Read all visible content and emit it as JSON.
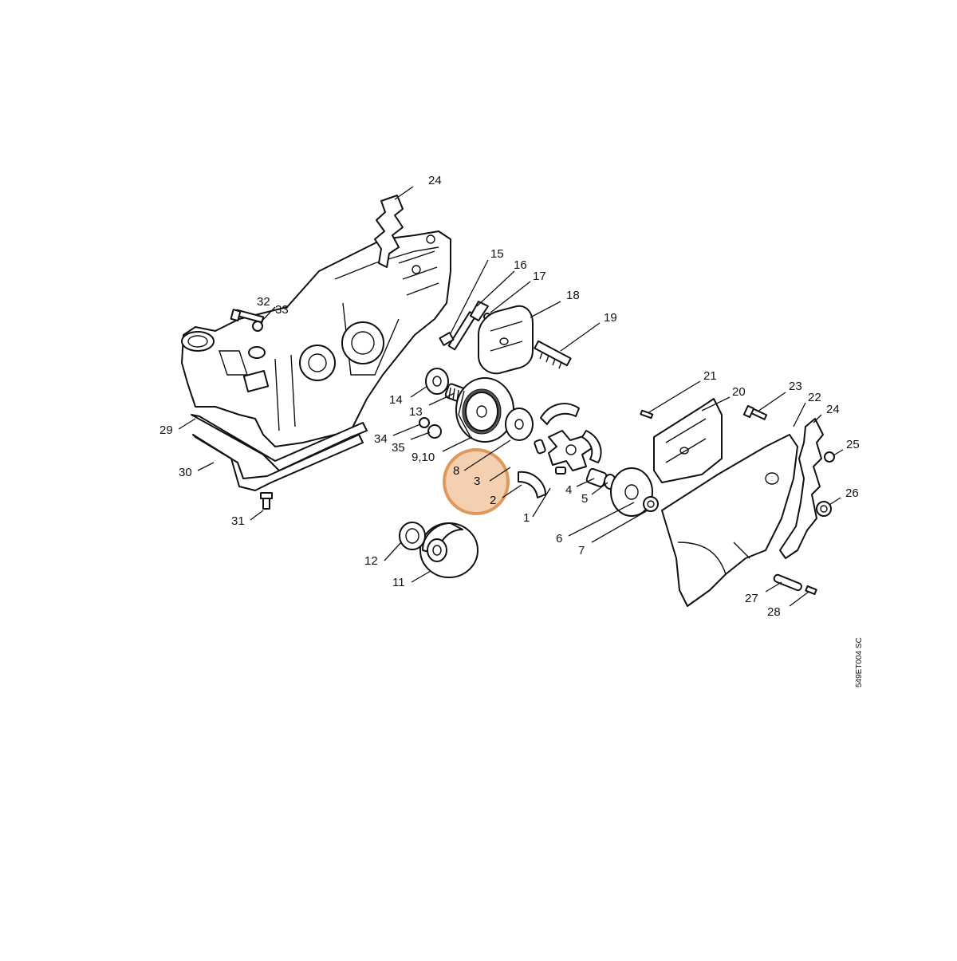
{
  "highlight_color": "#d98a45",
  "highlight_fill": "#f3c9a6",
  "drawing_code": "549ET004 SC",
  "callouts": [
    {
      "id": "1",
      "text": "1"
    },
    {
      "id": "2",
      "text": "2"
    },
    {
      "id": "3",
      "text": "3"
    },
    {
      "id": "4",
      "text": "4"
    },
    {
      "id": "5",
      "text": "5"
    },
    {
      "id": "6",
      "text": "6"
    },
    {
      "id": "7",
      "text": "7"
    },
    {
      "id": "8",
      "text": "8"
    },
    {
      "id": "9_10",
      "text": "9,10"
    },
    {
      "id": "11",
      "text": "11"
    },
    {
      "id": "12",
      "text": "12"
    },
    {
      "id": "13",
      "text": "13"
    },
    {
      "id": "14",
      "text": "14"
    },
    {
      "id": "15",
      "text": "15"
    },
    {
      "id": "16",
      "text": "16"
    },
    {
      "id": "17",
      "text": "17"
    },
    {
      "id": "18",
      "text": "18"
    },
    {
      "id": "19",
      "text": "19"
    },
    {
      "id": "20",
      "text": "20"
    },
    {
      "id": "21",
      "text": "21"
    },
    {
      "id": "22",
      "text": "22"
    },
    {
      "id": "23",
      "text": "23"
    },
    {
      "id": "24a",
      "text": "24"
    },
    {
      "id": "24b",
      "text": "24"
    },
    {
      "id": "25",
      "text": "25"
    },
    {
      "id": "26",
      "text": "26"
    },
    {
      "id": "27",
      "text": "27"
    },
    {
      "id": "28",
      "text": "28"
    },
    {
      "id": "29",
      "text": "29"
    },
    {
      "id": "30",
      "text": "30"
    },
    {
      "id": "31",
      "text": "31"
    },
    {
      "id": "32",
      "text": "32"
    },
    {
      "id": "33",
      "text": "33"
    },
    {
      "id": "34",
      "text": "34"
    },
    {
      "id": "35",
      "text": "35"
    }
  ]
}
